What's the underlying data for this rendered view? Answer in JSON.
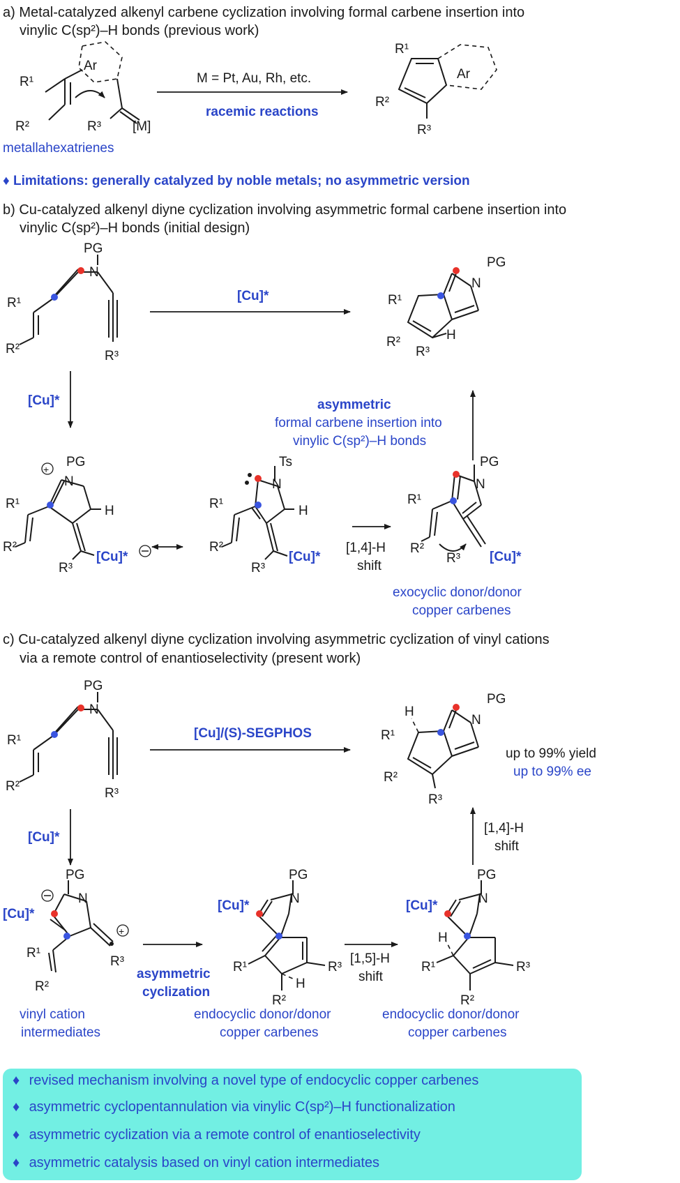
{
  "section_a": {
    "heading_1": "a) Metal-catalyzed alkenyl carbene cyclization involving formal carbene insertion into",
    "heading_2": "vinylic C(sp²)–H bonds (previous work)",
    "condition": "M = Pt, Au, Rh, etc.",
    "condition_note": "racemic reactions",
    "reactant_caption": "metallahexatrienes",
    "limitation": "♦ Limitations: generally catalyzed by noble metals; no asymmetric version"
  },
  "section_b": {
    "heading_1": "b) Cu-catalyzed alkenyl diyne cyclization involving asymmetric formal carbene insertion into",
    "heading_2": "vinylic C(sp²)–H bonds (initial design)",
    "catalyst": "[Cu]*",
    "note_1": "asymmetric",
    "note_2": "formal carbene insertion into",
    "note_3": "vinylic C(sp²)–H bonds",
    "shift_1": "[1,4]-H",
    "shift_2": "shift",
    "carbene_caption_1": "exocyclic donor/donor",
    "carbene_caption_2": "copper carbenes"
  },
  "section_c": {
    "heading_1": "c) Cu-catalyzed alkenyl diyne cyclization involving asymmetric cyclization of vinyl cations",
    "heading_2": "via a remote control of enantioselectivity (present work)",
    "catalyst": "[Cu]/(S)-SEGPHOS",
    "catalyst_down": "[Cu]*",
    "yield": "up to 99% yield",
    "ee": "up to 99% ee",
    "shift14_1": "[1,4]-H",
    "shift14_2": "shift",
    "shift15_1": "[1,5]-H",
    "shift15_2": "shift",
    "asym_1": "asymmetric",
    "asym_2": "cyclization",
    "cap_vinyl_1": "vinyl cation",
    "cap_vinyl_2": "intermediates",
    "cap_endo_1": "endocyclic donor/donor",
    "cap_endo_2": "copper carbenes"
  },
  "labels": {
    "R1": "R¹",
    "R2": "R²",
    "R3": "R³",
    "Ar": "Ar",
    "M": "[M]",
    "PG": "PG",
    "N": "N",
    "H": "H",
    "Ts": "Ts",
    "Cu": "[Cu]*"
  },
  "highlights": [
    "revised mechanism involving a novel type of endocyclic copper carbenes",
    "asymmetric cyclopentannulation via vinylic C(sp²)–H functionalization",
    "asymmetric cyclization via a remote control of enantioselectivity",
    "asymmetric catalysis based on vinyl cation intermediates"
  ],
  "colors": {
    "blue_text": "#2a45c8",
    "highlight_bg": "#72efe3",
    "red_dot": "#e8322a",
    "blue_dot": "#3a55e0"
  }
}
